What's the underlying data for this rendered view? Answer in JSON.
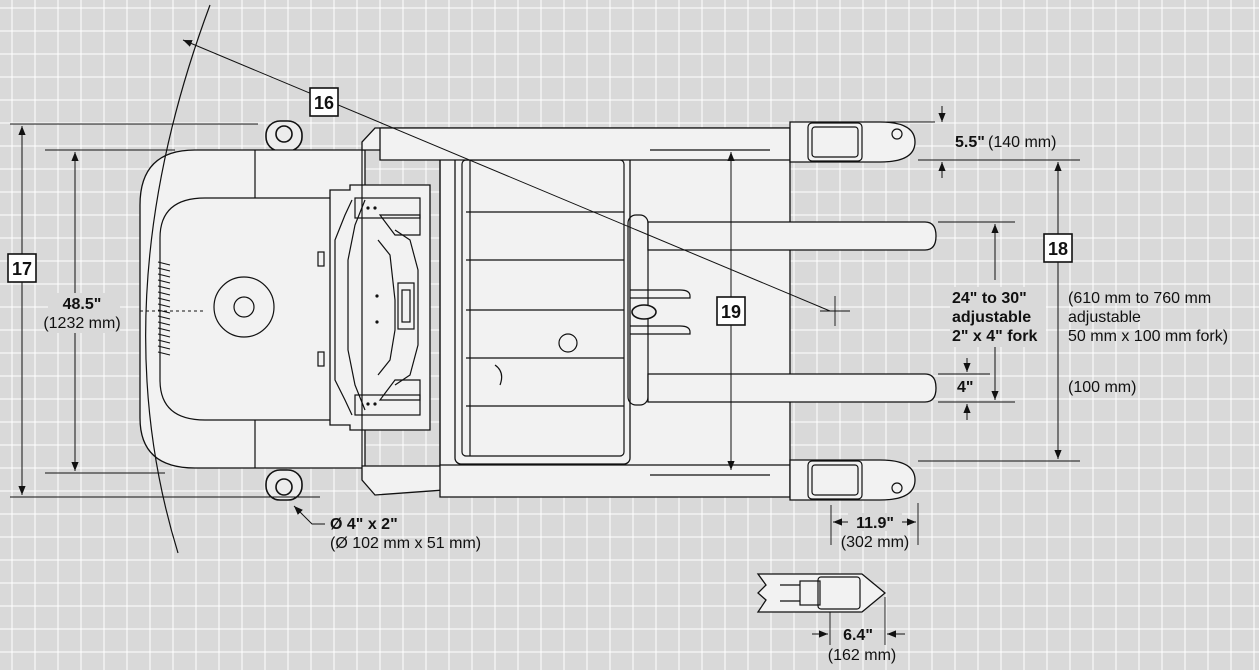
{
  "callouts": {
    "c16": "16",
    "c17": "17",
    "c18": "18",
    "c19": "19"
  },
  "dims": {
    "fork_tip_imp": "5.5\"",
    "fork_tip_met": "(140 mm)",
    "overall_width_imp": "48.5\"",
    "overall_width_met": "(1232 mm)",
    "fork_spread_imp_1": "24\" to 30\"",
    "fork_spread_imp_2": "adjustable",
    "fork_spread_imp_3": "2\" x 4\" fork",
    "fork_spread_met_1": "(610 mm to 760 mm",
    "fork_spread_met_2": "adjustable",
    "fork_spread_met_3": "50 mm x 100 mm fork)",
    "fork_width_imp": "4\"",
    "fork_width_met": "(100 mm)",
    "caster_imp": "Ø 4\" x 2\"",
    "caster_met": "(Ø 102 mm x 51 mm)",
    "load_wheel_imp": "11.9\"",
    "load_wheel_met": "(302 mm)",
    "fork_tip_width_imp": "6.4\"",
    "fork_tip_width_met": "(162 mm)"
  },
  "colors": {
    "background": "#d9d9d9",
    "grid": "#ffffff",
    "ink": "#111111"
  },
  "icons": {
    "callout_box": "square-callout-icon",
    "arrow": "arrowhead-icon"
  }
}
